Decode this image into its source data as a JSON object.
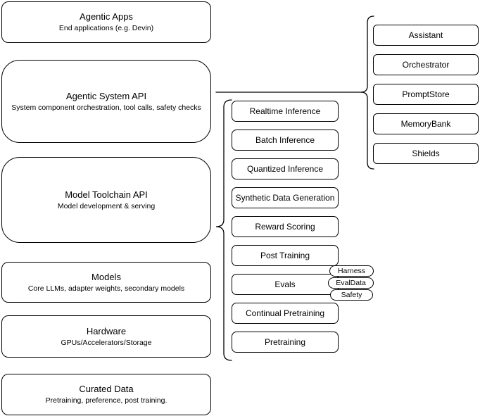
{
  "left_column": {
    "boxes": [
      {
        "title": "Agentic Apps",
        "subtitle": "End applications (e.g. Devin)"
      },
      {
        "title": "Agentic System API",
        "subtitle": "System component orchestration, tool calls, safety checks"
      },
      {
        "title": "Model Toolchain API",
        "subtitle": "Model development & serving"
      },
      {
        "title": "Models",
        "subtitle": "Core LLMs, adapter weights, secondary models"
      },
      {
        "title": "Hardware",
        "subtitle": "GPUs/Accelerators/Storage"
      },
      {
        "title": "Curated Data",
        "subtitle": "Pretraining, preference, post training."
      }
    ]
  },
  "toolchain_group": {
    "items": [
      "Realtime Inference",
      "Batch Inference",
      "Quantized Inference",
      "Synthetic Data Generation",
      "Reward Scoring",
      "Post Training",
      "Evals",
      "Continual Pretraining",
      "Pretraining"
    ],
    "evals_tags": [
      "Harness",
      "EvalData",
      "Safety"
    ]
  },
  "agentic_group": {
    "items": [
      "Assistant",
      "Orchestrator",
      "PromptStore",
      "MemoryBank",
      "Shields"
    ]
  },
  "colors": {
    "stroke": "#000000",
    "background": "#ffffff",
    "text": "#000000"
  }
}
